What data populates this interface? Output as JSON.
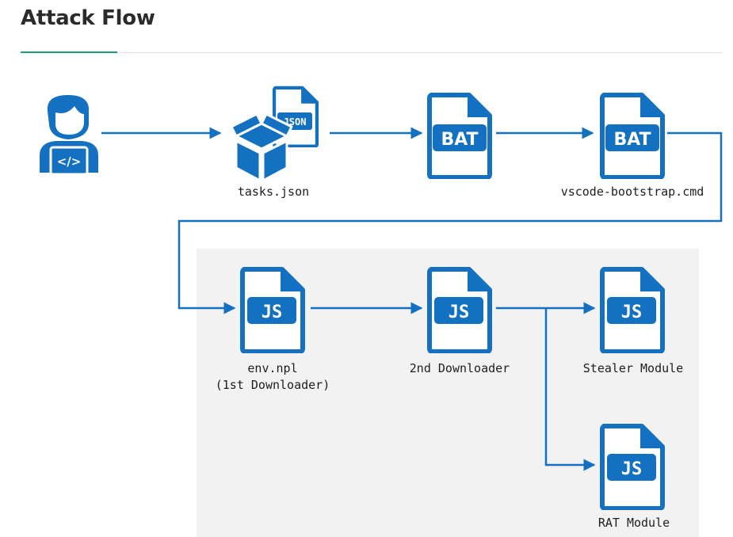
{
  "page": {
    "title": "Attack Flow"
  },
  "colors": {
    "primary": "#1470c0",
    "accent": "#1c9f77",
    "panel": "#f2f2f2"
  },
  "icons": [
    "developer-icon",
    "package-json-icon",
    "bat-file-icon",
    "js-file-icon"
  ],
  "nodes": {
    "developer": {
      "label": ""
    },
    "tasks_json": {
      "label": "tasks.json",
      "badge": "JSON"
    },
    "bat_1": {
      "label": "",
      "badge": "BAT"
    },
    "bootstrap": {
      "label": "vscode-bootstrap.cmd",
      "badge": "BAT"
    },
    "env_npl": {
      "label": "env.npl",
      "sublabel": "(1st Downloader)",
      "badge": "JS"
    },
    "downloader_2": {
      "label": "2nd Downloader",
      "badge": "JS"
    },
    "stealer": {
      "label": "Stealer Module",
      "badge": "JS"
    },
    "rat": {
      "label": "RAT Module",
      "badge": "JS"
    }
  },
  "edges": [
    {
      "from": "developer",
      "to": "tasks_json"
    },
    {
      "from": "tasks_json",
      "to": "bat_1"
    },
    {
      "from": "bat_1",
      "to": "bootstrap"
    },
    {
      "from": "bootstrap",
      "to": "env_npl"
    },
    {
      "from": "env_npl",
      "to": "downloader_2"
    },
    {
      "from": "downloader_2",
      "to": "stealer"
    },
    {
      "from": "downloader_2",
      "to": "rat"
    }
  ]
}
